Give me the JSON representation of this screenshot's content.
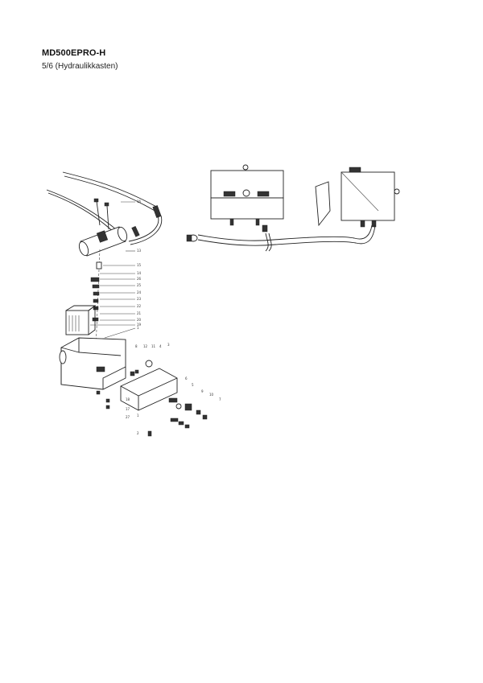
{
  "header": {
    "model": "MD500EPRO-H",
    "page_section": "5/6 (Hydraulikkasten)"
  },
  "diagram": {
    "exploded_callouts": [
      "1",
      "2",
      "3",
      "4",
      "5",
      "6",
      "7",
      "8",
      "9",
      "10",
      "11",
      "12",
      "13",
      "14",
      "15",
      "16",
      "17",
      "18",
      "19",
      "20",
      "21",
      "22",
      "23",
      "24",
      "25",
      "26",
      "27"
    ]
  }
}
